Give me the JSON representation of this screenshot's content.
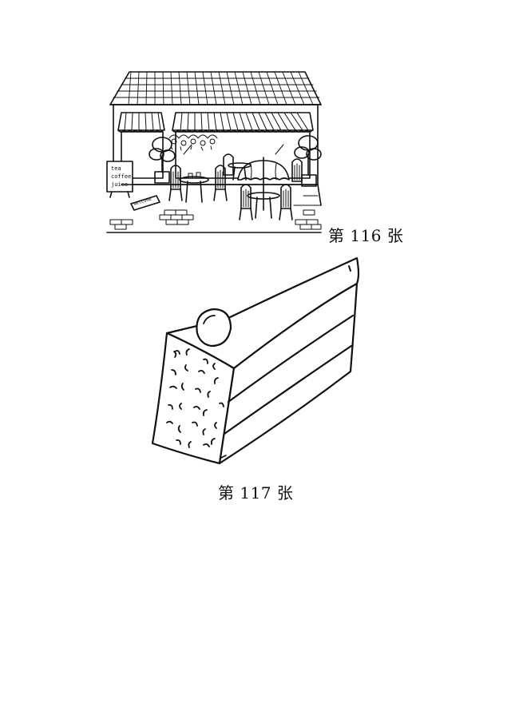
{
  "captions": {
    "first": "第 116 张",
    "second": "第 117 张"
  },
  "cafe_sign": {
    "line1": "tea",
    "line2": "coffee",
    "line3": "juice"
  },
  "cafe_mat": "welcome"
}
